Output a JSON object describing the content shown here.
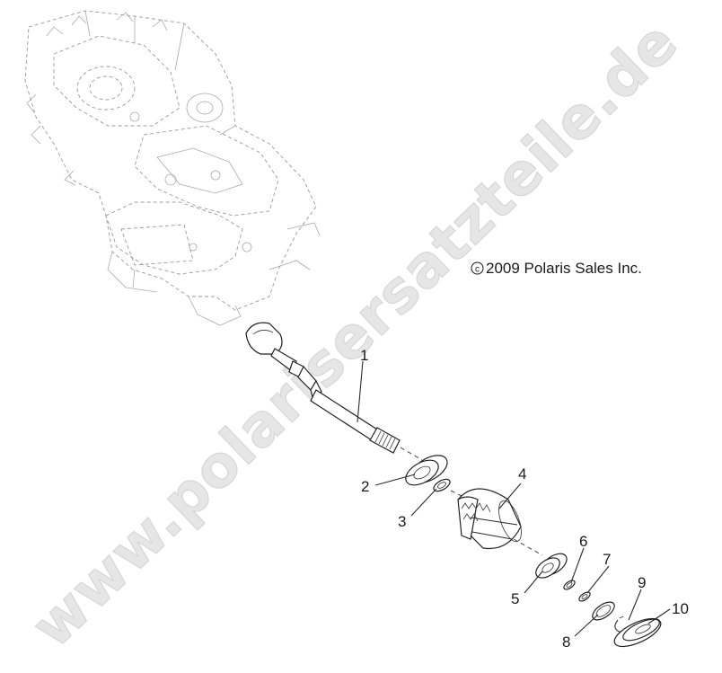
{
  "watermark": "www.polarisersatzteile.de",
  "copyright": "2009 Polaris Sales Inc.",
  "copyright_symbol": "c",
  "callouts": [
    "1",
    "2",
    "3",
    "4",
    "5",
    "6",
    "7",
    "8",
    "9",
    "10"
  ]
}
